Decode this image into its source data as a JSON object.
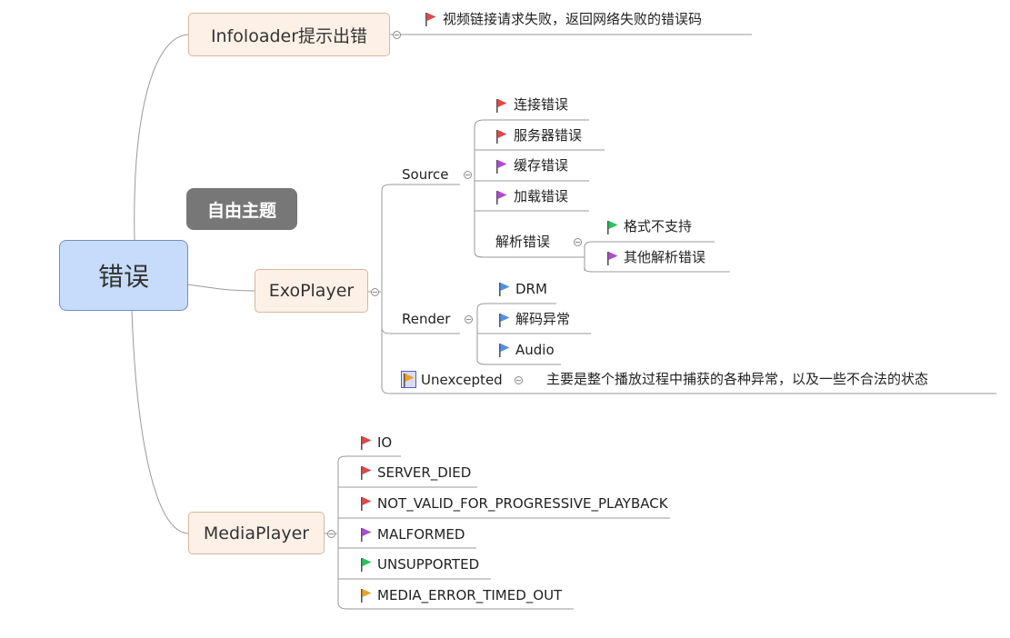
{
  "colors": {
    "red": "#e64545",
    "purple": "#b347d9",
    "green": "#1ec75a",
    "blue": "#4f8ff0",
    "orange": "#f0a020",
    "line": "#9a9a9a"
  },
  "root": {
    "label": "错误"
  },
  "floating_topic": {
    "label": "自由主题"
  },
  "infoloader": {
    "label": "Infoloader提示出错",
    "children": [
      {
        "label": "视频链接请求失败，返回网络失败的错误码",
        "flag": "red"
      }
    ]
  },
  "exoplayer": {
    "label": "ExoPlayer",
    "source": {
      "label": "Source",
      "children": [
        {
          "label": "连接错误",
          "flag": "red"
        },
        {
          "label": "服务器错误",
          "flag": "red"
        },
        {
          "label": "缓存错误",
          "flag": "purple"
        },
        {
          "label": "加载错误",
          "flag": "purple"
        }
      ],
      "parse": {
        "label": "解析错误",
        "children": [
          {
            "label": "格式不支持",
            "flag": "green"
          },
          {
            "label": "其他解析错误",
            "flag": "purple"
          }
        ]
      }
    },
    "render": {
      "label": "Render",
      "children": [
        {
          "label": "DRM",
          "flag": "blue"
        },
        {
          "label": "解码异常",
          "flag": "blue"
        },
        {
          "label": "Audio",
          "flag": "blue"
        }
      ]
    },
    "unexpected": {
      "label": "Unexcepted",
      "flag": "orange",
      "note": "主要是整个播放过程中捕获的各种异常，以及一些不合法的状态"
    }
  },
  "mediaplayer": {
    "label": "MediaPlayer",
    "children": [
      {
        "label": "IO",
        "flag": "red"
      },
      {
        "label": "SERVER_DIED",
        "flag": "red"
      },
      {
        "label": "NOT_VALID_FOR_PROGRESSIVE_PLAYBACK",
        "flag": "red"
      },
      {
        "label": "MALFORMED",
        "flag": "purple"
      },
      {
        "label": "UNSUPPORTED",
        "flag": "green"
      },
      {
        "label": "MEDIA_ERROR_TIMED_OUT",
        "flag": "orange"
      }
    ]
  }
}
